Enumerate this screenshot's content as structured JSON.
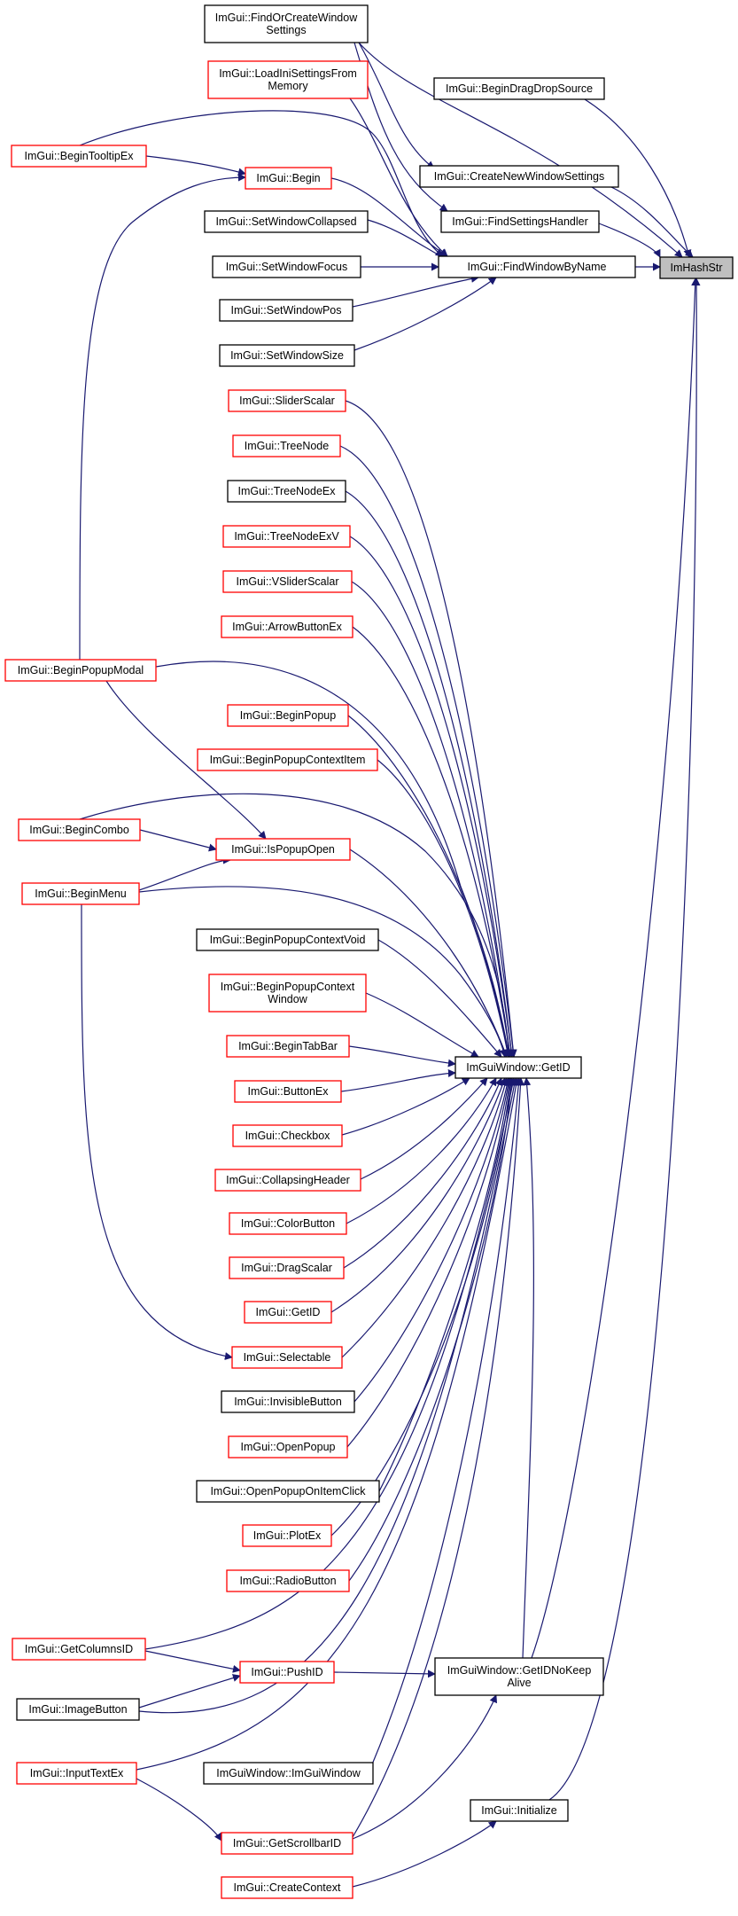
{
  "graph": {
    "edge_color": "#191970",
    "node_border_black": "#000000",
    "node_border_red": "#ff0000",
    "target_fill": "#bfbfbf",
    "nodes": [
      {
        "id": "n0",
        "lines": [
          "ImHashStr"
        ],
        "style": "target"
      },
      {
        "id": "n1",
        "lines": [
          "ImGui::FindOrCreateWindow",
          "Settings"
        ],
        "style": "black"
      },
      {
        "id": "n2",
        "lines": [
          "ImGui::LoadIniSettingsFrom",
          "Memory"
        ],
        "style": "red"
      },
      {
        "id": "n3",
        "lines": [
          "ImGui::BeginDragDropSource"
        ],
        "style": "black"
      },
      {
        "id": "n4",
        "lines": [
          "ImGui::CreateNewWindowSettings"
        ],
        "style": "black"
      },
      {
        "id": "n5",
        "lines": [
          "ImGui::FindSettingsHandler"
        ],
        "style": "black"
      },
      {
        "id": "n6",
        "lines": [
          "ImGui::BeginTooltipEx"
        ],
        "style": "red"
      },
      {
        "id": "n7",
        "lines": [
          "ImGui::Begin"
        ],
        "style": "red"
      },
      {
        "id": "n8",
        "lines": [
          "ImGui::SetWindowCollapsed"
        ],
        "style": "black"
      },
      {
        "id": "n9",
        "lines": [
          "ImGui::FindWindowByName"
        ],
        "style": "black"
      },
      {
        "id": "n10",
        "lines": [
          "ImGui::SetWindowFocus"
        ],
        "style": "black"
      },
      {
        "id": "n11",
        "lines": [
          "ImGui::SetWindowPos"
        ],
        "style": "black"
      },
      {
        "id": "n12",
        "lines": [
          "ImGui::SetWindowSize"
        ],
        "style": "black"
      },
      {
        "id": "n13",
        "lines": [
          "ImGui::SliderScalar"
        ],
        "style": "red"
      },
      {
        "id": "n14",
        "lines": [
          "ImGui::TreeNode"
        ],
        "style": "red"
      },
      {
        "id": "n15",
        "lines": [
          "ImGui::TreeNodeEx"
        ],
        "style": "black"
      },
      {
        "id": "n16",
        "lines": [
          "ImGui::TreeNodeExV"
        ],
        "style": "red"
      },
      {
        "id": "n17",
        "lines": [
          "ImGui::VSliderScalar"
        ],
        "style": "red"
      },
      {
        "id": "n18",
        "lines": [
          "ImGui::ArrowButtonEx"
        ],
        "style": "red"
      },
      {
        "id": "n19",
        "lines": [
          "ImGui::BeginPopupModal"
        ],
        "style": "red"
      },
      {
        "id": "n20",
        "lines": [
          "ImGui::BeginPopup"
        ],
        "style": "red"
      },
      {
        "id": "n21",
        "lines": [
          "ImGui::BeginPopupContextItem"
        ],
        "style": "red"
      },
      {
        "id": "n22",
        "lines": [
          "ImGui::BeginCombo"
        ],
        "style": "red"
      },
      {
        "id": "n23",
        "lines": [
          "ImGui::IsPopupOpen"
        ],
        "style": "red"
      },
      {
        "id": "n24",
        "lines": [
          "ImGui::BeginMenu"
        ],
        "style": "red"
      },
      {
        "id": "n25",
        "lines": [
          "ImGui::BeginPopupContextVoid"
        ],
        "style": "black"
      },
      {
        "id": "n26",
        "lines": [
          "ImGui::BeginPopupContext",
          "Window"
        ],
        "style": "red"
      },
      {
        "id": "n27",
        "lines": [
          "ImGui::BeginTabBar"
        ],
        "style": "red"
      },
      {
        "id": "n28",
        "lines": [
          "ImGuiWindow::GetID"
        ],
        "style": "black"
      },
      {
        "id": "n29",
        "lines": [
          "ImGui::ButtonEx"
        ],
        "style": "red"
      },
      {
        "id": "n30",
        "lines": [
          "ImGui::Checkbox"
        ],
        "style": "red"
      },
      {
        "id": "n31",
        "lines": [
          "ImGui::CollapsingHeader"
        ],
        "style": "red"
      },
      {
        "id": "n32",
        "lines": [
          "ImGui::ColorButton"
        ],
        "style": "red"
      },
      {
        "id": "n33",
        "lines": [
          "ImGui::DragScalar"
        ],
        "style": "red"
      },
      {
        "id": "n34",
        "lines": [
          "ImGui::GetID"
        ],
        "style": "red"
      },
      {
        "id": "n35",
        "lines": [
          "ImGui::Selectable"
        ],
        "style": "red"
      },
      {
        "id": "n36",
        "lines": [
          "ImGui::InvisibleButton"
        ],
        "style": "black"
      },
      {
        "id": "n37",
        "lines": [
          "ImGui::OpenPopup"
        ],
        "style": "red"
      },
      {
        "id": "n38",
        "lines": [
          "ImGui::OpenPopupOnItemClick"
        ],
        "style": "black"
      },
      {
        "id": "n39",
        "lines": [
          "ImGui::PlotEx"
        ],
        "style": "red"
      },
      {
        "id": "n40",
        "lines": [
          "ImGui::RadioButton"
        ],
        "style": "red"
      },
      {
        "id": "n41",
        "lines": [
          "ImGui::GetColumnsID"
        ],
        "style": "red"
      },
      {
        "id": "n42",
        "lines": [
          "ImGui::PushID"
        ],
        "style": "red"
      },
      {
        "id": "n43",
        "lines": [
          "ImGuiWindow::GetIDNoKeep",
          "Alive"
        ],
        "style": "black"
      },
      {
        "id": "n44",
        "lines": [
          "ImGui::ImageButton"
        ],
        "style": "black"
      },
      {
        "id": "n45",
        "lines": [
          "ImGui::InputTextEx"
        ],
        "style": "red"
      },
      {
        "id": "n46",
        "lines": [
          "ImGuiWindow::ImGuiWindow"
        ],
        "style": "black"
      },
      {
        "id": "n47",
        "lines": [
          "ImGui::Initialize"
        ],
        "style": "black"
      },
      {
        "id": "n48",
        "lines": [
          "ImGui::GetScrollbarID"
        ],
        "style": "red"
      },
      {
        "id": "n49",
        "lines": [
          "ImGui::CreateContext"
        ],
        "style": "red"
      }
    ]
  }
}
